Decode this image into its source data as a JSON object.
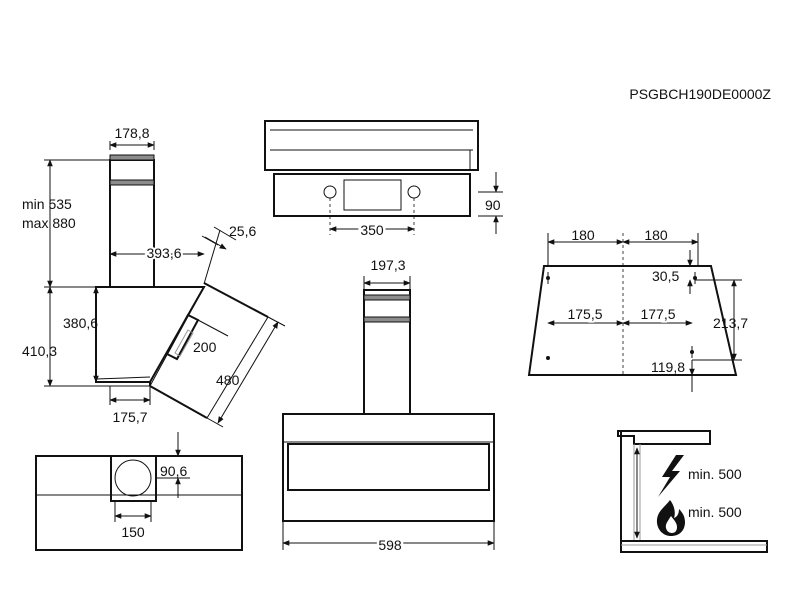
{
  "model_code": "PSGBCH190DE0000Z",
  "side_view": {
    "chimney_width": "178,8",
    "chimney_height_min": "min 535",
    "chimney_height_max": "max 880",
    "hood_depth": "393,6",
    "glass_thickness": "25,6",
    "body_height": "380,6",
    "total_height": "410,3",
    "panel_depth": "200",
    "glass_length": "480",
    "bottom_depth": "175,7"
  },
  "front_top_view": {
    "spacing": "350",
    "depth": "90"
  },
  "front_view": {
    "chimney_width": "197,3",
    "total_width": "598"
  },
  "bottom_view": {
    "outlet_offset": "90,6",
    "outlet_diameter": "150"
  },
  "wall_mount": {
    "left_half": "180",
    "right_half": "180",
    "hole_offset": "30,5",
    "lower_left": "175,5",
    "lower_right": "177,5",
    "vertical_spacing": "213,7",
    "bottom_offset": "119,8"
  },
  "clearance": {
    "electric_min": "min. 500",
    "gas_min": "min. 500",
    "electric_icon": "lightning-icon",
    "gas_icon": "flame-icon"
  }
}
